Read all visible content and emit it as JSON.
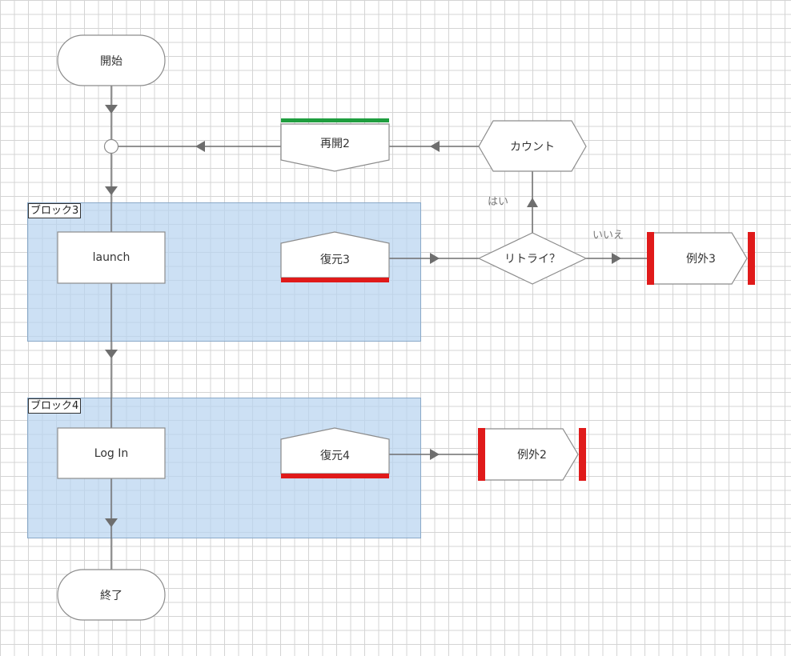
{
  "blocks": [
    {
      "label": "ブロック3"
    },
    {
      "label": "ブロック4"
    }
  ],
  "nodes": {
    "start": "開始",
    "end": "終了",
    "resume2": "再開2",
    "count": "カウント",
    "launch": "launch",
    "restore3": "復元3",
    "retry": "リトライ？",
    "exception3": "例外3",
    "login": "Log In",
    "restore4": "復元4",
    "exception2": "例外2"
  },
  "branches": {
    "yes": "はい",
    "no": "いいえ"
  },
  "colors": {
    "grid": "#d4d4d4",
    "block_fill": "#c5dcf2",
    "shape_stroke": "#8c8c8c",
    "connector": "#6e6e6e",
    "resume_bar": "#1f9e3f",
    "restore_bar": "#e01a1a",
    "exception_bar": "#e01a1a"
  }
}
